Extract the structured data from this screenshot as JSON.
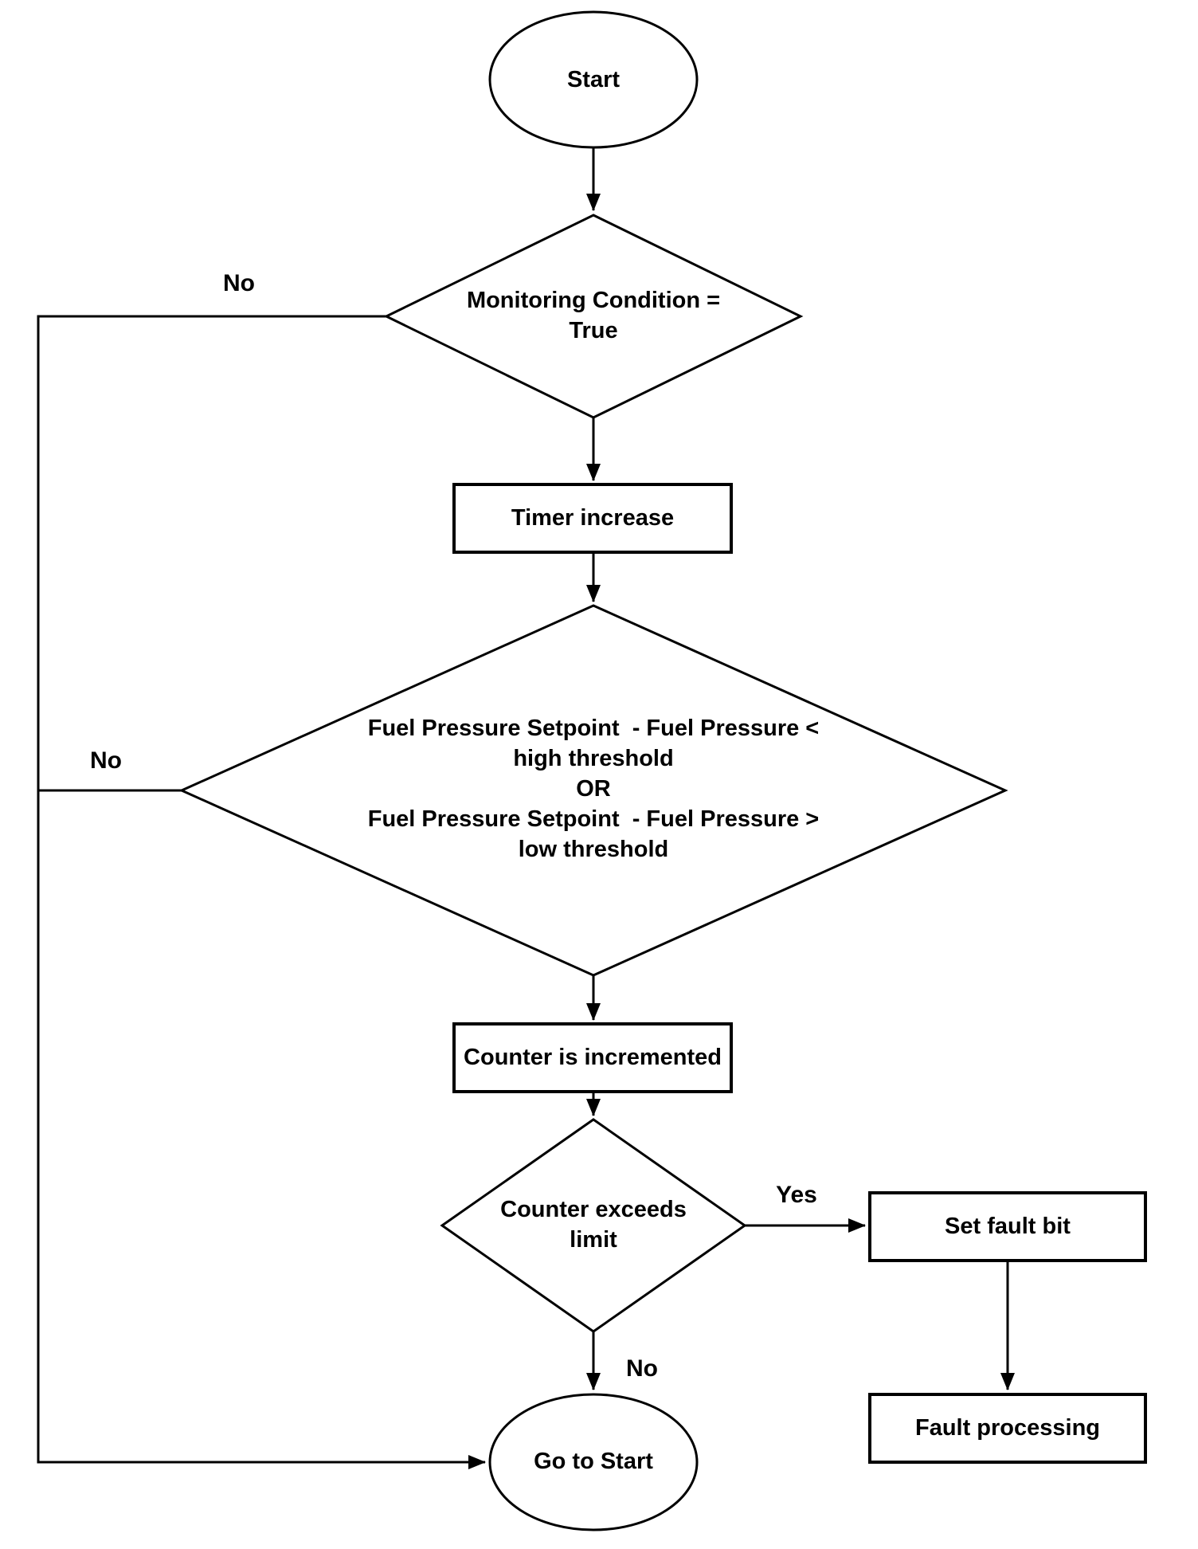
{
  "diagram": {
    "background_color": "#ffffff",
    "line_color": "#000000",
    "text_color": "#000000",
    "nodes": {
      "start": {
        "type": "terminator",
        "label": "Start"
      },
      "monitoring_condition": {
        "type": "decision",
        "label": "Monitoring Condition =\nTrue"
      },
      "timer_increase": {
        "type": "process",
        "label": "Timer increase"
      },
      "fuel_pressure_check": {
        "type": "decision",
        "label": "Fuel Pressure Setpoint  - Fuel Pressure <\nhigh threshold\nOR\nFuel Pressure Setpoint  - Fuel Pressure >\nlow threshold"
      },
      "counter_incremented": {
        "type": "process",
        "label": "Counter is incremented"
      },
      "counter_exceeds_limit": {
        "type": "decision",
        "label": "Counter exceeds\nlimit"
      },
      "set_fault_bit": {
        "type": "process",
        "label": "Set fault bit"
      },
      "fault_processing": {
        "type": "process",
        "label": "Fault processing"
      },
      "go_to_start": {
        "type": "terminator",
        "label": "Go to Start"
      }
    },
    "edge_labels": {
      "monitoring_no": "No",
      "fuel_check_no": "No",
      "counter_yes": "Yes",
      "counter_no": "No"
    }
  }
}
